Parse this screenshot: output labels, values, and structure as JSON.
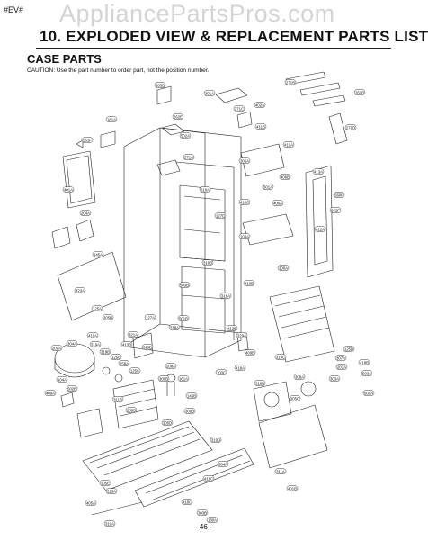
{
  "header": {
    "model_tag": "#EV#",
    "watermark": "AppliancePartsPros.com",
    "title": "10. EXPLODED VIEW & REPLACEMENT PARTS LIST"
  },
  "section": {
    "name": "CASE PARTS",
    "caution": "CAUTION: Use the part number to order part, not the position number."
  },
  "footer": {
    "page_number": "- 46 -"
  },
  "callouts": [
    "103B",
    "301A",
    "402A",
    "271B",
    "262B",
    "271C",
    "181A",
    "262E",
    "411B",
    "502A",
    "561F",
    "271A",
    "305A",
    "271D",
    "410A",
    "406B",
    "406A",
    "413A",
    "501A",
    "560F",
    "401A",
    "204A",
    "610A",
    "410C",
    "127D",
    "562F",
    "412A",
    "145A",
    "103A",
    "318B",
    "503B",
    "410B",
    "300A",
    "323A",
    "316A",
    "125A",
    "127A",
    "501B",
    "318A",
    "305B",
    "411A",
    "209A",
    "413B",
    "412B",
    "319A",
    "304A",
    "321A",
    "329A",
    "409B",
    "418A",
    "319B",
    "125B",
    "158A",
    "323B",
    "125C",
    "208A",
    "103C",
    "300B",
    "161A",
    "502B",
    "316B",
    "319C",
    "308A",
    "125D",
    "307A",
    "305C",
    "303A",
    "418B",
    "503A",
    "500A",
    "104A",
    "409A",
    "311B",
    "208B",
    "145B",
    "309B",
    "305D",
    "319D",
    "564A",
    "411C",
    "418C",
    "303B",
    "310A",
    "305E",
    "313A",
    "405A",
    "180A",
    "311A",
    "401B",
    "203A"
  ]
}
